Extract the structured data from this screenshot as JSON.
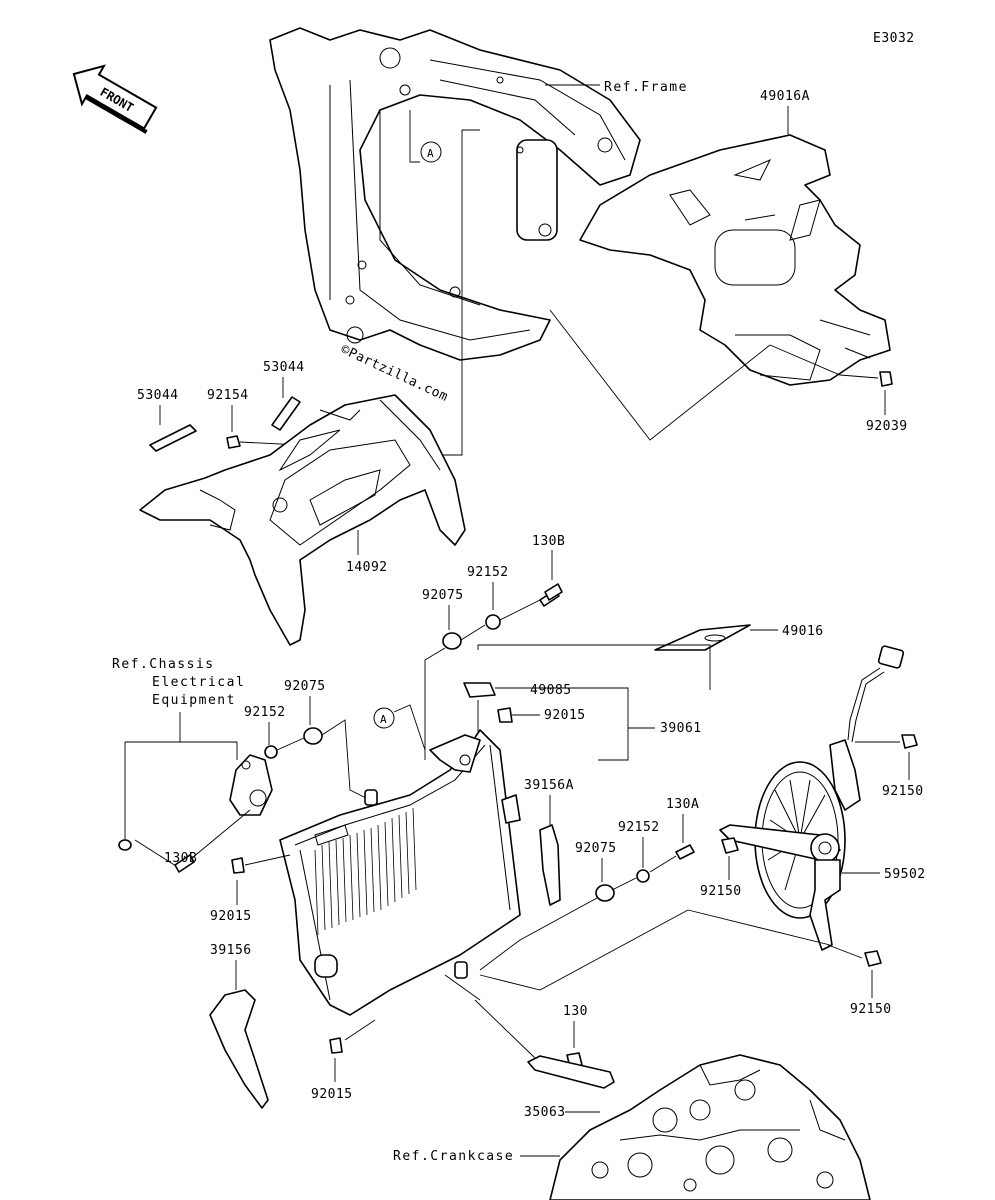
{
  "diagram_code": "E3032",
  "front_arrow": "FRONT",
  "watermark": "©Partzilla.com",
  "circle_marker": "A",
  "refs": {
    "frame": "Ref.Frame",
    "chassis_line1": "Ref.Chassis",
    "chassis_line2": "Electrical",
    "chassis_line3": "Equipment",
    "crankcase": "Ref.Crankcase"
  },
  "parts": {
    "p49016A": "49016A",
    "p92039": "92039",
    "p53044_a": "53044",
    "p53044_b": "53044",
    "p92154": "92154",
    "p14092": "14092",
    "p130B_a": "130B",
    "p92152_a": "92152",
    "p92075_a": "92075",
    "p49016": "49016",
    "p49085": "49085",
    "p92015_a": "92015",
    "p39061": "39061",
    "p39156A": "39156A",
    "p92075_b": "92075",
    "p92152_b": "92152",
    "p130B_b": "130B",
    "p92015_b": "92015",
    "p39156": "39156",
    "p92015_c": "92015",
    "p130A": "130A",
    "p92152_c": "92152",
    "p92075_c": "92075",
    "p92150_a": "92150",
    "p92150_b": "92150",
    "p59502": "59502",
    "p92150_c": "92150",
    "p130": "130",
    "p35063": "35063"
  }
}
